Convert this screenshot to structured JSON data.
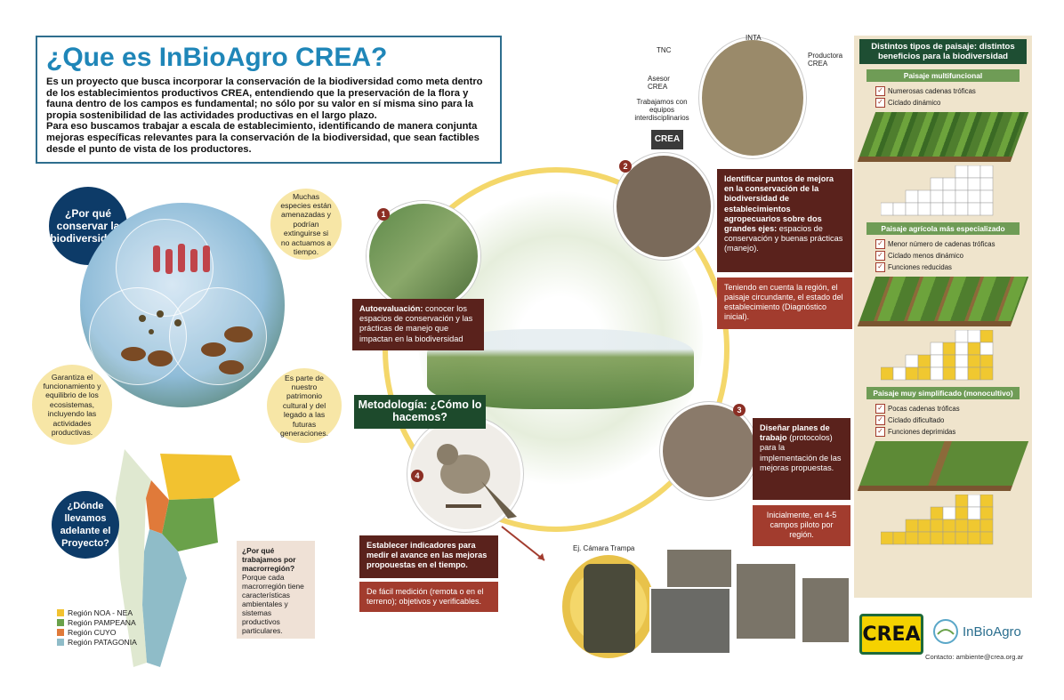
{
  "header": {
    "title": "¿Que es InBioAgro CREA?",
    "p1": "Es un proyecto que busca incorporar la conservación de la biodiversidad como meta dentro de los establecimientos productivos CREA, entendiendo que la preservación de la flora y fauna dentro de los campos es fundamental; no sólo por su valor en sí misma sino para la propia sostenibilidad de las actividades productivas en el largo plazo.",
    "p2": "Para eso buscamos trabajar a escala de establecimiento, identificando de manera conjunta mejoras específicas relevantes para la conservación de la biodiversidad, que sean factibles desde el punto de vista de los productores."
  },
  "left": {
    "why_question": "¿Por qué conservar la biodiversidad?",
    "bubble_top": "Muchas especies están amenazadas y podrían extinguirse si no actuamos a tiempo.",
    "bubble_left": "Garantiza el funcionamiento y equilibrio de los ecosistemas, incluyendo las actividades productivas.",
    "bubble_right": "Es parte de nuestro patrimonio cultural y del legado a las futuras generaciones.",
    "where_question": "¿Dónde llevamos adelante el Proyecto?",
    "macro_title": "¿Por qué trabajamos por macrorregión?",
    "macro_text": "Porque cada macrorregión tiene características ambientales y sistemas productivos particulares.",
    "legend": [
      {
        "label": "Región NOA - NEA",
        "color": "#f2c230"
      },
      {
        "label": "Región PAMPEANA",
        "color": "#6aa14a"
      },
      {
        "label": "Región CUYO",
        "color": "#e07a3a"
      },
      {
        "label": "Región PATAGONIA",
        "color": "#8fbcc8"
      }
    ]
  },
  "team": {
    "labels": [
      "INTA",
      "TNC",
      "Productora CREA",
      "Asesor CREA",
      "Trabajamos con equipos interdisciplinarios"
    ]
  },
  "steps": {
    "s1_num": "1",
    "s1_bold": "Autoevaluación:",
    "s1_text": " conocer los espacios de conservación y las prácticas de manejo que impactan en la biodiversidad",
    "s2_num": "2",
    "s2_bold": "Identificar puntos de mejora en la conservación de la biodiversidad de establecimientos agropecuarios sobre dos grandes ejes:",
    "s2_text": " espacios de conservación y buenas prácticas (manejo).",
    "s2_note": "Teniendo en cuenta la región, el paisaje circundante, el estado del establecimiento (Diagnóstico inicial).",
    "s3_num": "3",
    "s3_bold": "Diseñar planes de trabajo",
    "s3_text": " (protocolos) para la implementación de las mejoras propuestas.",
    "s3_note": "Inicialmente, en 4-5 campos piloto por región.",
    "s4_num": "4",
    "s4_bold": "Establecer indicadores para medir el avance en las mejoras propouestas en el tiempo.",
    "s4_note": "De fácil medición (remota o en el terreno); objetivos y verificables.",
    "method": "Metodología: ¿Cómo lo hacemos?",
    "camera_label": "Ej. Cámara Trampa",
    "crea_sign": "CREA"
  },
  "panel": {
    "title": "Distintos tipos de paisaje: distintos beneficios para la biodiversidad",
    "sections": [
      {
        "name": "Paisaje multifuncional",
        "items": [
          "Numerosas cadenas tróficas",
          "Ciclado dinámico"
        ]
      },
      {
        "name": "Paisaje agrícola más especializado",
        "items": [
          "Menor número de cadenas tróficas",
          "Ciclado menos dinámico",
          "Funciones reducidas"
        ]
      },
      {
        "name": "Paisaje muy simplificado (monocultivo)",
        "items": [
          "Pocas cadenas tróficas",
          "Ciclado dificultado",
          "Funciones deprimidas"
        ]
      }
    ]
  },
  "logos": {
    "crea": "CREA",
    "inbio": "InBioAgro",
    "contact": "Contacto: ambiente@crea.org.ar"
  },
  "colors": {
    "title_blue": "#1f86b8",
    "navy": "#0d3b68",
    "beige": "#f7e6a6",
    "dark_red": "#5a221c",
    "red": "#a23c2e",
    "green_dark": "#1e4e33",
    "yellow_ring": "#f4d76a"
  }
}
